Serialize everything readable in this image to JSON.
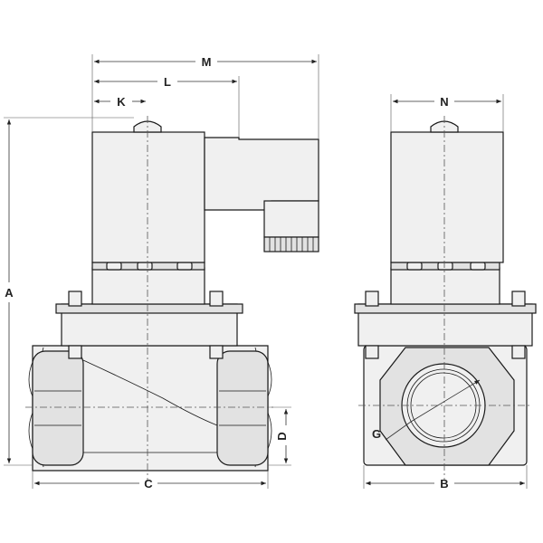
{
  "figure": {
    "labels": {
      "M": "M",
      "L": "L",
      "K": "K",
      "N": "N",
      "A": "A",
      "C": "C",
      "D": "D",
      "G": "G",
      "B": "B"
    }
  }
}
